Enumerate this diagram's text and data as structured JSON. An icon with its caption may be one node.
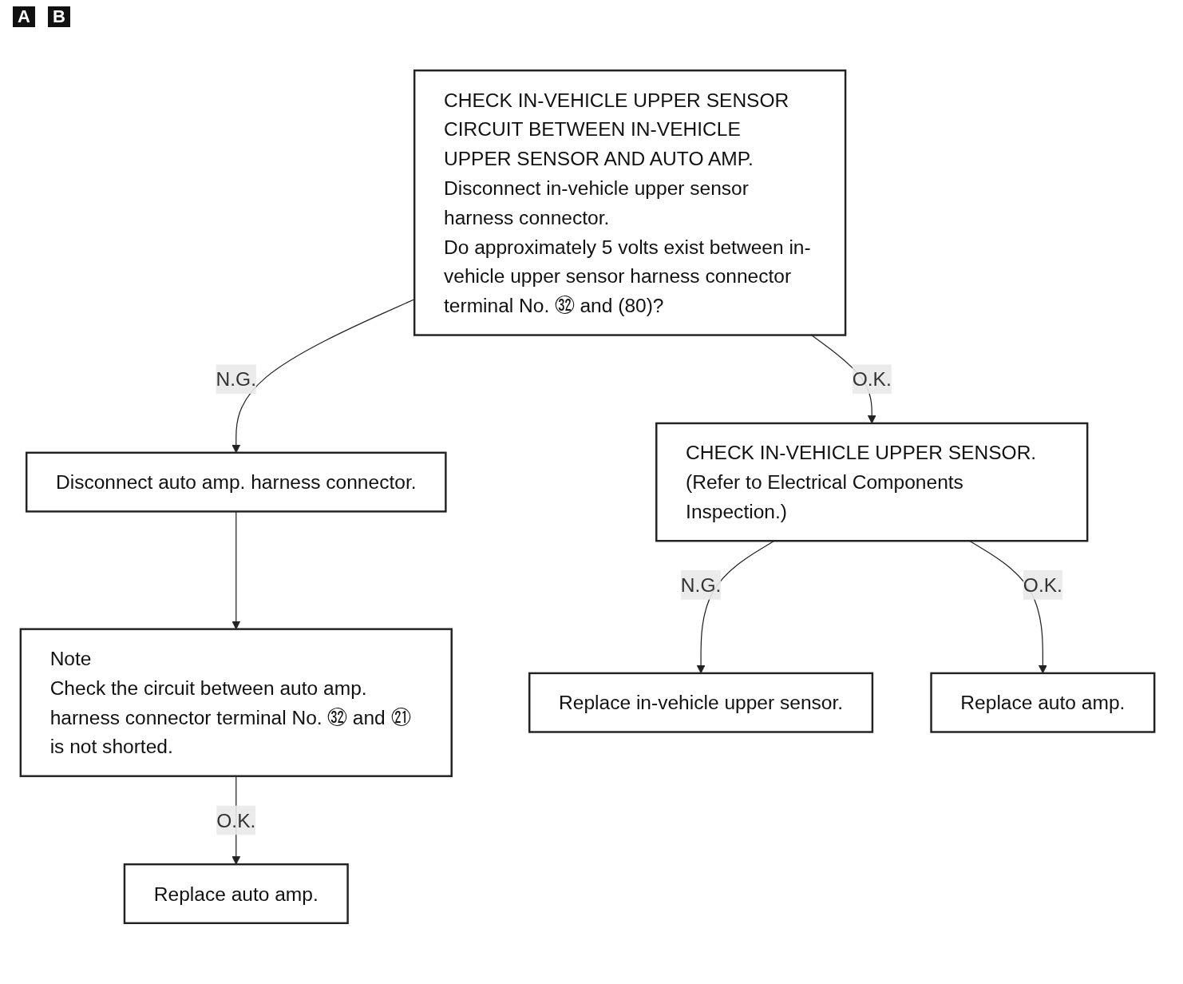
{
  "diagram": {
    "nodes": [
      {
        "text": [
          "CHECK IN-VEHICLE UPPER SENSOR CIRCUIT BETWEEN IN-VEHICLE UPPER SENSOR AND AUTO AMP.",
          "Disconnect in-vehicle upper sensor harness connector.",
          "Do approximately 5 volts exist between in-vehicle upper sensor harness connector terminal No. ㉜ and (80)?"
        ]
      },
      {
        "text": [
          "Disconnect auto amp. harness connector."
        ]
      },
      {
        "text": [
          "Note",
          "Check the circuit between auto amp. harness connector terminal No. ㉜ and ㉑ is not shorted."
        ]
      },
      {
        "text": [
          "Replace auto amp."
        ]
      },
      {
        "text": [
          "CHECK IN-VEHICLE UPPER SENSOR.",
          "(Refer to Electrical Components Inspection.)"
        ]
      },
      {
        "text": [
          "Replace in-vehicle upper sensor."
        ]
      },
      {
        "text": [
          "Replace auto amp."
        ]
      }
    ],
    "edges": [
      {
        "from": 0,
        "to": 1,
        "arrow": "to",
        "label": "N.G."
      },
      {
        "from": 1,
        "to": 2,
        "arrow": "to"
      },
      {
        "from": 2,
        "to": 3,
        "arrow": "to",
        "label": "O.K."
      },
      {
        "from": 0,
        "to": 4,
        "arrow": "to",
        "label": "O.K."
      },
      {
        "from": 4,
        "to": 5,
        "arrow": "to",
        "label": "N.G."
      },
      {
        "from": 4,
        "to": 6,
        "arrow": "to",
        "label": "O.K."
      }
    ],
    "labels": [
      "A",
      "B"
    ]
  }
}
